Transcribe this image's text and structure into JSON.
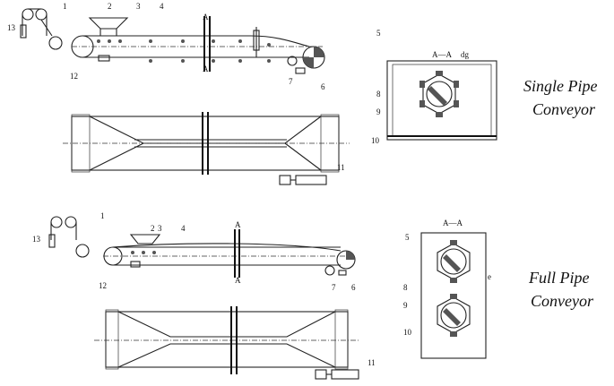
{
  "captions": {
    "single": [
      "Single Pipe",
      "Conveyor"
    ],
    "full": [
      "Full Pipe",
      "Conveyor"
    ]
  },
  "section_label": "A—A",
  "section_marker": "A",
  "dimension_dg": "dg",
  "dimension_e": "e",
  "labels": {
    "top": [
      "13",
      "1",
      "2",
      "3",
      "4",
      "12",
      "7",
      "6",
      "11"
    ],
    "top_section": [
      "5",
      "8",
      "9",
      "10"
    ],
    "bottom": [
      "13",
      "1",
      "2",
      "3",
      "4",
      "12",
      "7",
      "6",
      "11"
    ],
    "bottom_section": [
      "5",
      "8",
      "9",
      "10"
    ]
  }
}
